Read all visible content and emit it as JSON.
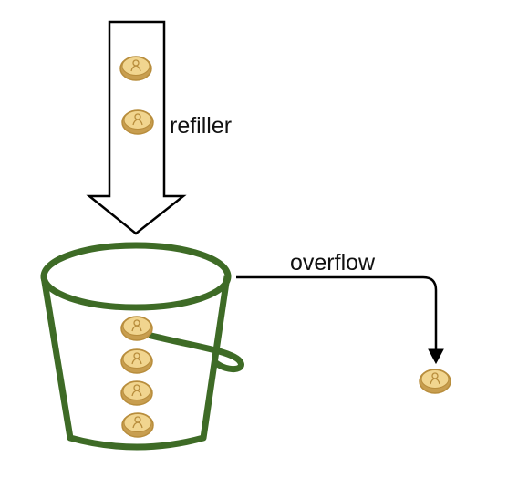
{
  "labels": {
    "refiller": "refiller",
    "overflow": "overflow"
  },
  "colors": {
    "bucket_stroke": "#3e6b26",
    "arrow_stroke": "#000000",
    "coin_fill": "#e6c37a",
    "coin_edge": "#b88d3c",
    "coin_face": "#f1d58f"
  },
  "icons": {
    "refill_arrow": "down-arrow-icon",
    "bucket": "bucket-icon",
    "coin": "coin-icon",
    "overflow_arrow": "overflow-arrow-icon"
  },
  "counts": {
    "coins_in_refiller": 2,
    "coins_in_bucket": 4,
    "overflow_coins": 1
  }
}
